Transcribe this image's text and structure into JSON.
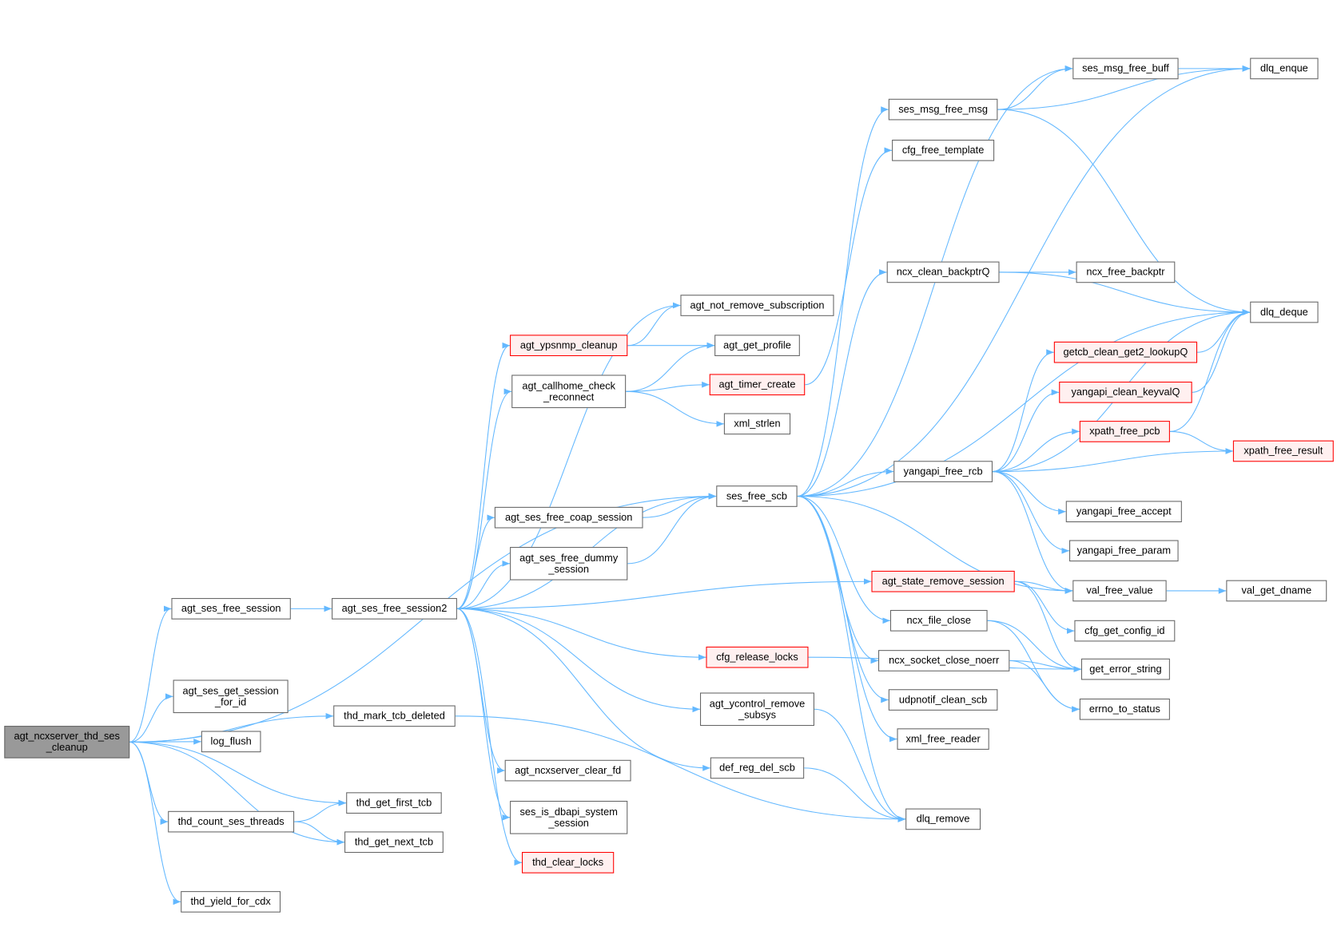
{
  "graph": {
    "edge_color": "#63b8ff",
    "nodes": [
      {
        "id": "root",
        "label": "agt_ncxserver_thd_ses\n_cleanup",
        "style": "root"
      },
      {
        "id": "agt_ses_free_session",
        "label": "agt_ses_free_session"
      },
      {
        "id": "agt_ses_get_session_for_id",
        "label": "agt_ses_get_session\n_for_id"
      },
      {
        "id": "log_flush",
        "label": "log_flush"
      },
      {
        "id": "thd_count_ses_threads",
        "label": "thd_count_ses_threads"
      },
      {
        "id": "thd_yield_for_cdx",
        "label": "thd_yield_for_cdx"
      },
      {
        "id": "agt_ses_free_session2",
        "label": "agt_ses_free_session2"
      },
      {
        "id": "thd_mark_tcb_deleted",
        "label": "thd_mark_tcb_deleted"
      },
      {
        "id": "thd_get_first_tcb",
        "label": "thd_get_first_tcb"
      },
      {
        "id": "thd_get_next_tcb",
        "label": "thd_get_next_tcb"
      },
      {
        "id": "agt_not_remove_subscription",
        "label": "agt_not_remove_subscription"
      },
      {
        "id": "agt_ypsnmp_cleanup",
        "label": "agt_ypsnmp_cleanup",
        "style": "red"
      },
      {
        "id": "agt_get_profile",
        "label": "agt_get_profile"
      },
      {
        "id": "agt_callhome_check_reconnect",
        "label": "agt_callhome_check\n_reconnect"
      },
      {
        "id": "agt_timer_create",
        "label": "agt_timer_create",
        "style": "red"
      },
      {
        "id": "xml_strlen",
        "label": "xml_strlen"
      },
      {
        "id": "ses_free_scb",
        "label": "ses_free_scb"
      },
      {
        "id": "agt_ses_free_coap_session",
        "label": "agt_ses_free_coap_session"
      },
      {
        "id": "agt_ses_free_dummy_session",
        "label": "agt_ses_free_dummy\n_session"
      },
      {
        "id": "cfg_release_locks",
        "label": "cfg_release_locks",
        "style": "red"
      },
      {
        "id": "agt_ycontrol_remove_subsys",
        "label": "agt_ycontrol_remove\n_subsys"
      },
      {
        "id": "def_reg_del_scb",
        "label": "def_reg_del_scb"
      },
      {
        "id": "agt_ncxserver_clear_fd",
        "label": "agt_ncxserver_clear_fd"
      },
      {
        "id": "ses_is_dbapi_system_session",
        "label": "ses_is_dbapi_system\n_session"
      },
      {
        "id": "thd_clear_locks",
        "label": "thd_clear_locks",
        "style": "red"
      },
      {
        "id": "ses_msg_free_msg",
        "label": "ses_msg_free_msg"
      },
      {
        "id": "ses_msg_free_buff",
        "label": "ses_msg_free_buff"
      },
      {
        "id": "dlq_enque",
        "label": "dlq_enque"
      },
      {
        "id": "cfg_free_template",
        "label": "cfg_free_template"
      },
      {
        "id": "ncx_clean_backptrQ",
        "label": "ncx_clean_backptrQ"
      },
      {
        "id": "ncx_free_backptr",
        "label": "ncx_free_backptr"
      },
      {
        "id": "dlq_deque",
        "label": "dlq_deque"
      },
      {
        "id": "getcb_clean_get2_lookupQ",
        "label": "getcb_clean_get2_lookupQ",
        "style": "red"
      },
      {
        "id": "yangapi_clean_keyvalQ",
        "label": "yangapi_clean_keyvalQ",
        "style": "red"
      },
      {
        "id": "xpath_free_pcb",
        "label": "xpath_free_pcb",
        "style": "red"
      },
      {
        "id": "xpath_free_result",
        "label": "xpath_free_result",
        "style": "red"
      },
      {
        "id": "yangapi_free_rcb",
        "label": "yangapi_free_rcb"
      },
      {
        "id": "yangapi_free_accept",
        "label": "yangapi_free_accept"
      },
      {
        "id": "yangapi_free_param",
        "label": "yangapi_free_param"
      },
      {
        "id": "agt_state_remove_session",
        "label": "agt_state_remove_session",
        "style": "red"
      },
      {
        "id": "val_free_value",
        "label": "val_free_value"
      },
      {
        "id": "val_get_dname",
        "label": "val_get_dname"
      },
      {
        "id": "ncx_file_close",
        "label": "ncx_file_close"
      },
      {
        "id": "cfg_get_config_id",
        "label": "cfg_get_config_id"
      },
      {
        "id": "ncx_socket_close_noerr",
        "label": "ncx_socket_close_noerr"
      },
      {
        "id": "get_error_string",
        "label": "get_error_string"
      },
      {
        "id": "errno_to_status",
        "label": "errno_to_status"
      },
      {
        "id": "udpnotif_clean_scb",
        "label": "udpnotif_clean_scb"
      },
      {
        "id": "xml_free_reader",
        "label": "xml_free_reader"
      },
      {
        "id": "dlq_remove",
        "label": "dlq_remove"
      }
    ],
    "edges": [
      [
        "root",
        "agt_ses_free_session"
      ],
      [
        "root",
        "ses_free_scb"
      ],
      [
        "root",
        "agt_ses_get_session_for_id"
      ],
      [
        "root",
        "log_flush"
      ],
      [
        "root",
        "thd_mark_tcb_deleted"
      ],
      [
        "root",
        "thd_get_first_tcb"
      ],
      [
        "root",
        "thd_count_ses_threads"
      ],
      [
        "root",
        "thd_get_next_tcb"
      ],
      [
        "root",
        "thd_yield_for_cdx"
      ],
      [
        "agt_ses_free_session",
        "agt_ses_free_session2"
      ],
      [
        "thd_count_ses_threads",
        "thd_get_first_tcb"
      ],
      [
        "thd_count_ses_threads",
        "thd_get_next_tcb"
      ],
      [
        "thd_mark_tcb_deleted",
        "dlq_remove"
      ],
      [
        "agt_ses_free_session2",
        "agt_not_remove_subscription"
      ],
      [
        "agt_ses_free_session2",
        "agt_ypsnmp_cleanup"
      ],
      [
        "agt_ses_free_session2",
        "agt_callhome_check_reconnect"
      ],
      [
        "agt_ses_free_session2",
        "ses_free_scb"
      ],
      [
        "agt_ses_free_session2",
        "agt_ses_free_coap_session"
      ],
      [
        "agt_ses_free_session2",
        "agt_ses_free_dummy_session"
      ],
      [
        "agt_ses_free_session2",
        "agt_state_remove_session"
      ],
      [
        "agt_ses_free_session2",
        "cfg_release_locks"
      ],
      [
        "agt_ses_free_session2",
        "agt_ycontrol_remove_subsys"
      ],
      [
        "agt_ses_free_session2",
        "def_reg_del_scb"
      ],
      [
        "agt_ses_free_session2",
        "agt_ncxserver_clear_fd"
      ],
      [
        "agt_ses_free_session2",
        "ses_is_dbapi_system_session"
      ],
      [
        "agt_ses_free_session2",
        "thd_clear_locks"
      ],
      [
        "agt_ypsnmp_cleanup",
        "agt_not_remove_subscription"
      ],
      [
        "agt_ypsnmp_cleanup",
        "agt_get_profile"
      ],
      [
        "agt_callhome_check_reconnect",
        "agt_get_profile"
      ],
      [
        "agt_callhome_check_reconnect",
        "agt_timer_create"
      ],
      [
        "agt_callhome_check_reconnect",
        "xml_strlen"
      ],
      [
        "agt_timer_create",
        "cfg_free_template"
      ],
      [
        "agt_ses_free_coap_session",
        "ses_free_scb"
      ],
      [
        "agt_ses_free_dummy_session",
        "ses_free_scb"
      ],
      [
        "cfg_release_locks",
        "get_error_string"
      ],
      [
        "agt_ycontrol_remove_subsys",
        "dlq_remove"
      ],
      [
        "def_reg_del_scb",
        "dlq_remove"
      ],
      [
        "ses_free_scb",
        "dlq_enque"
      ],
      [
        "ses_free_scb",
        "ses_msg_free_msg"
      ],
      [
        "ses_free_scb",
        "ses_msg_free_buff"
      ],
      [
        "ses_free_scb",
        "dlq_deque"
      ],
      [
        "ses_free_scb",
        "ncx_clean_backptrQ"
      ],
      [
        "ses_free_scb",
        "yangapi_free_rcb"
      ],
      [
        "ses_free_scb",
        "val_free_value"
      ],
      [
        "ses_free_scb",
        "ncx_file_close"
      ],
      [
        "ses_free_scb",
        "ncx_socket_close_noerr"
      ],
      [
        "ses_free_scb",
        "udpnotif_clean_scb"
      ],
      [
        "ses_free_scb",
        "xml_free_reader"
      ],
      [
        "ses_free_scb",
        "dlq_remove"
      ],
      [
        "ses_msg_free_msg",
        "ses_msg_free_buff"
      ],
      [
        "ses_msg_free_msg",
        "dlq_enque"
      ],
      [
        "ses_msg_free_msg",
        "dlq_deque"
      ],
      [
        "ses_msg_free_buff",
        "dlq_enque"
      ],
      [
        "ncx_clean_backptrQ",
        "ncx_free_backptr"
      ],
      [
        "ncx_clean_backptrQ",
        "dlq_deque"
      ],
      [
        "yangapi_free_rcb",
        "dlq_deque"
      ],
      [
        "yangapi_free_rcb",
        "getcb_clean_get2_lookupQ"
      ],
      [
        "yangapi_free_rcb",
        "yangapi_clean_keyvalQ"
      ],
      [
        "yangapi_free_rcb",
        "xpath_free_pcb"
      ],
      [
        "yangapi_free_rcb",
        "xpath_free_result"
      ],
      [
        "yangapi_free_rcb",
        "yangapi_free_accept"
      ],
      [
        "yangapi_free_rcb",
        "yangapi_free_param"
      ],
      [
        "yangapi_free_rcb",
        "val_free_value"
      ],
      [
        "getcb_clean_get2_lookupQ",
        "dlq_deque"
      ],
      [
        "yangapi_clean_keyvalQ",
        "dlq_deque"
      ],
      [
        "xpath_free_pcb",
        "dlq_deque"
      ],
      [
        "xpath_free_pcb",
        "xpath_free_result"
      ],
      [
        "agt_state_remove_session",
        "val_free_value"
      ],
      [
        "agt_state_remove_session",
        "cfg_get_config_id"
      ],
      [
        "agt_state_remove_session",
        "get_error_string"
      ],
      [
        "val_free_value",
        "val_get_dname"
      ],
      [
        "ncx_file_close",
        "get_error_string"
      ],
      [
        "ncx_file_close",
        "errno_to_status"
      ],
      [
        "ncx_socket_close_noerr",
        "get_error_string"
      ],
      [
        "ncx_socket_close_noerr",
        "errno_to_status"
      ]
    ]
  }
}
